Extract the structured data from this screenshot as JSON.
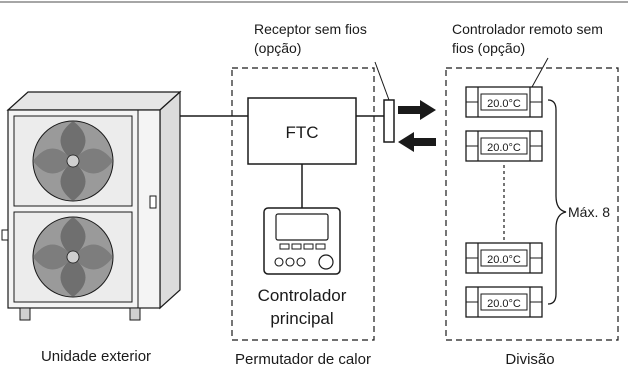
{
  "labels": {
    "outdoor_unit": "Unidade exterior",
    "heat_exchanger": "Permutador de calor",
    "room": "Divisão",
    "ftc": "FTC",
    "main_controller_line1": "Controlador",
    "main_controller_line2": "principal",
    "receiver_line1": "Receptor sem fios",
    "receiver_line2": "(opção)",
    "remote_line1": "Controlador remoto sem",
    "remote_line2": "fios (opção)",
    "max": "Máx. 8"
  },
  "remote_controllers": [
    {
      "display": "20.0°C"
    },
    {
      "display": "20.0°C"
    },
    {
      "display": "20.0°C"
    },
    {
      "display": "20.0°C"
    }
  ],
  "colors": {
    "line": "#1a1a1a",
    "unit_fill": "#f2f2f2",
    "unit_shade": "#cfcfcf",
    "fan_dark": "#8c8c8c"
  }
}
